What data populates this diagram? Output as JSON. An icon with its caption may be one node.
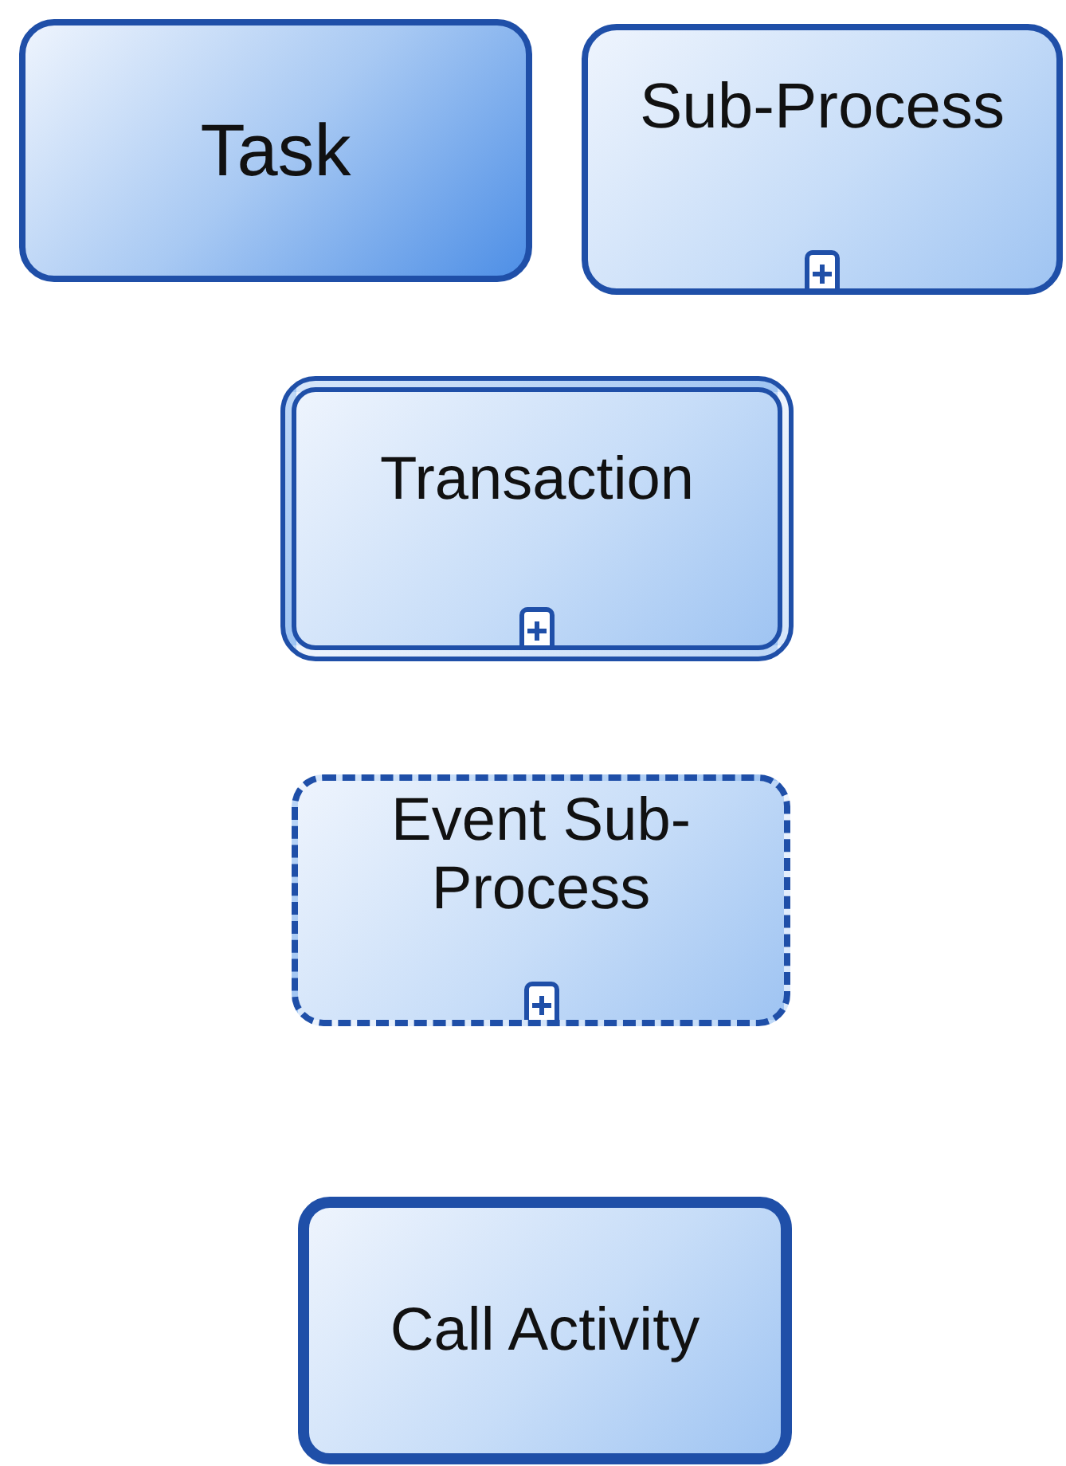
{
  "diagram": {
    "nodes": [
      {
        "text": [
          "Task"
        ]
      },
      {
        "text": [
          "Sub-Process"
        ]
      },
      {
        "text": [
          "Transaction"
        ]
      },
      {
        "text": [
          "Event Sub-Process"
        ]
      },
      {
        "text": [
          "Call Activity"
        ]
      }
    ]
  }
}
